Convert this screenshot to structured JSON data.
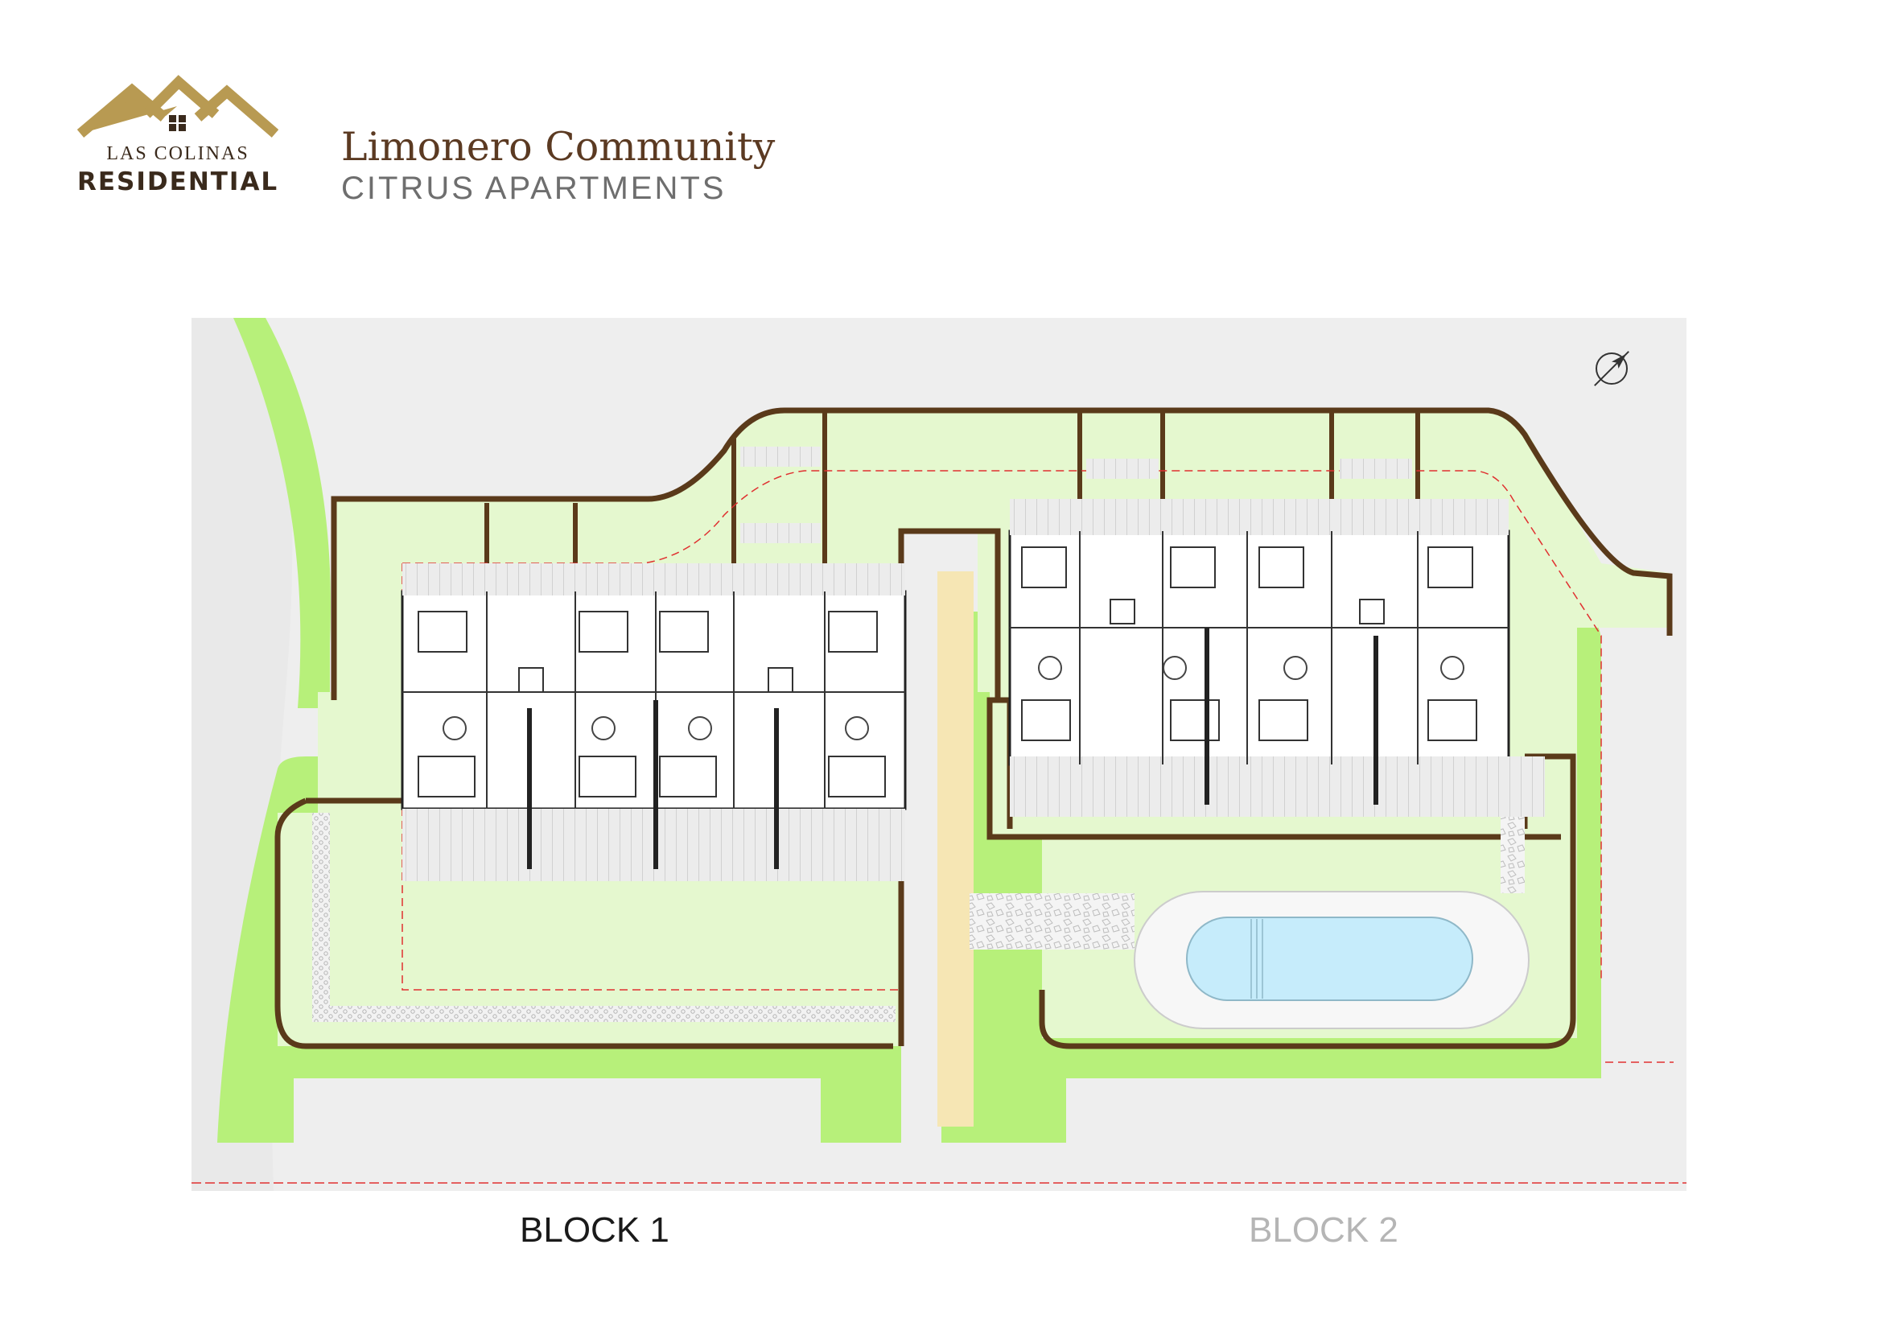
{
  "brand": {
    "line1": "LAS COLINAS",
    "line2": "RESIDENTIAL",
    "colors": {
      "gold": "#b89a52",
      "brown": "#3a2a1c"
    }
  },
  "header": {
    "title": "Limonero Community",
    "subtitle": "CITRUS APARTMENTS"
  },
  "blocks": [
    {
      "label": "BLOCK 1",
      "color": "#1a1a1a"
    },
    {
      "label": "BLOCK 2",
      "color": "#b5b5b5"
    }
  ],
  "palette": {
    "road": "#eeeeee",
    "grass_bright": "#b7f07a",
    "grass_light": "#e5f8cf",
    "boundary": "#5a3a1a",
    "terrace": "#e8e8e8",
    "pool": "#c6ecfb",
    "path": "#f6e6b4",
    "setback_line": "#e03030"
  },
  "icons": [
    "north-arrow-icon",
    "logo-roof-icon"
  ]
}
